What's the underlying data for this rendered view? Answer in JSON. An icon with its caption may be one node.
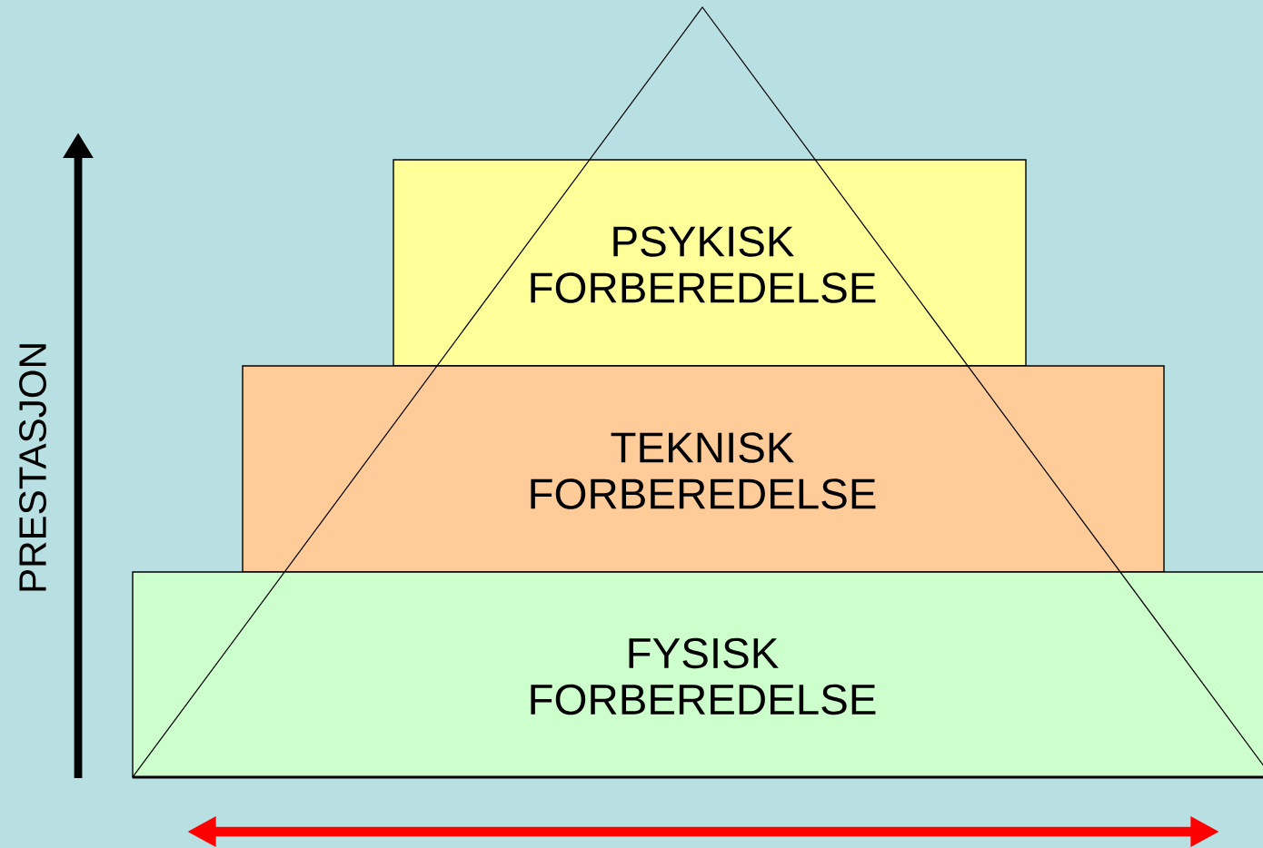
{
  "diagram": {
    "nodes": [
      {
        "text": [
          "PSYKISK FORBEREDELSE"
        ]
      },
      {
        "text": [
          "TEKNISK FORBEREDELSE"
        ]
      },
      {
        "text": [
          "FYSISK FORBEREDELSE"
        ]
      }
    ],
    "labels": [
      "PRESTASJON"
    ]
  }
}
